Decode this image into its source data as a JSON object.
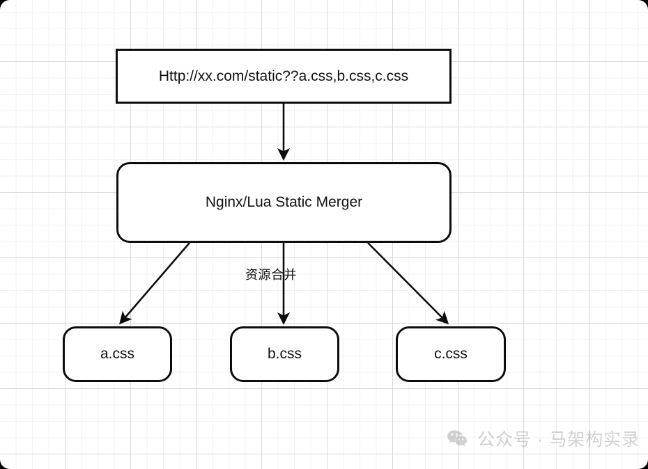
{
  "diagram": {
    "title": "Nginx/Lua static resource merging flow",
    "background": {
      "page_color": "#ffffff",
      "grid_minor_color": "#f2f2f2",
      "grid_major_color": "#d9d9d9",
      "backdrop_color": "#000000"
    },
    "nodes": [
      {
        "id": "url",
        "label": "Http://xx.com/static??a.css,b.css,c.css",
        "shape": "rectangle",
        "border_color": "#0d0d0d",
        "fill_color": "#ffffff"
      },
      {
        "id": "merger",
        "label": "Nginx/Lua Static Merger",
        "shape": "rounded-rectangle",
        "border_color": "#0d0d0d",
        "fill_color": "#ffffff"
      },
      {
        "id": "acss",
        "label": "a.css",
        "shape": "rounded-rectangle",
        "border_color": "#0d0d0d",
        "fill_color": "#ffffff"
      },
      {
        "id": "bcss",
        "label": "b.css",
        "shape": "rounded-rectangle",
        "border_color": "#0d0d0d",
        "fill_color": "#ffffff"
      },
      {
        "id": "ccss",
        "label": "c.css",
        "shape": "rounded-rectangle",
        "border_color": "#0d0d0d",
        "fill_color": "#ffffff"
      }
    ],
    "edges": [
      {
        "id": "url-to-merger",
        "from": "url",
        "to": "merger",
        "label": ""
      },
      {
        "id": "merger-to-acss",
        "from": "merger",
        "to": "acss",
        "label": ""
      },
      {
        "id": "merger-to-bcss",
        "from": "merger",
        "to": "bcss",
        "label": "资源合并"
      },
      {
        "id": "merger-to-ccss",
        "from": "merger",
        "to": "ccss",
        "label": ""
      }
    ],
    "edge_label_merge": "资源合并"
  },
  "watermark": {
    "icon": "wechat-icon",
    "text": "公众号 · 马架构实录",
    "color": "#6b6b6b"
  }
}
